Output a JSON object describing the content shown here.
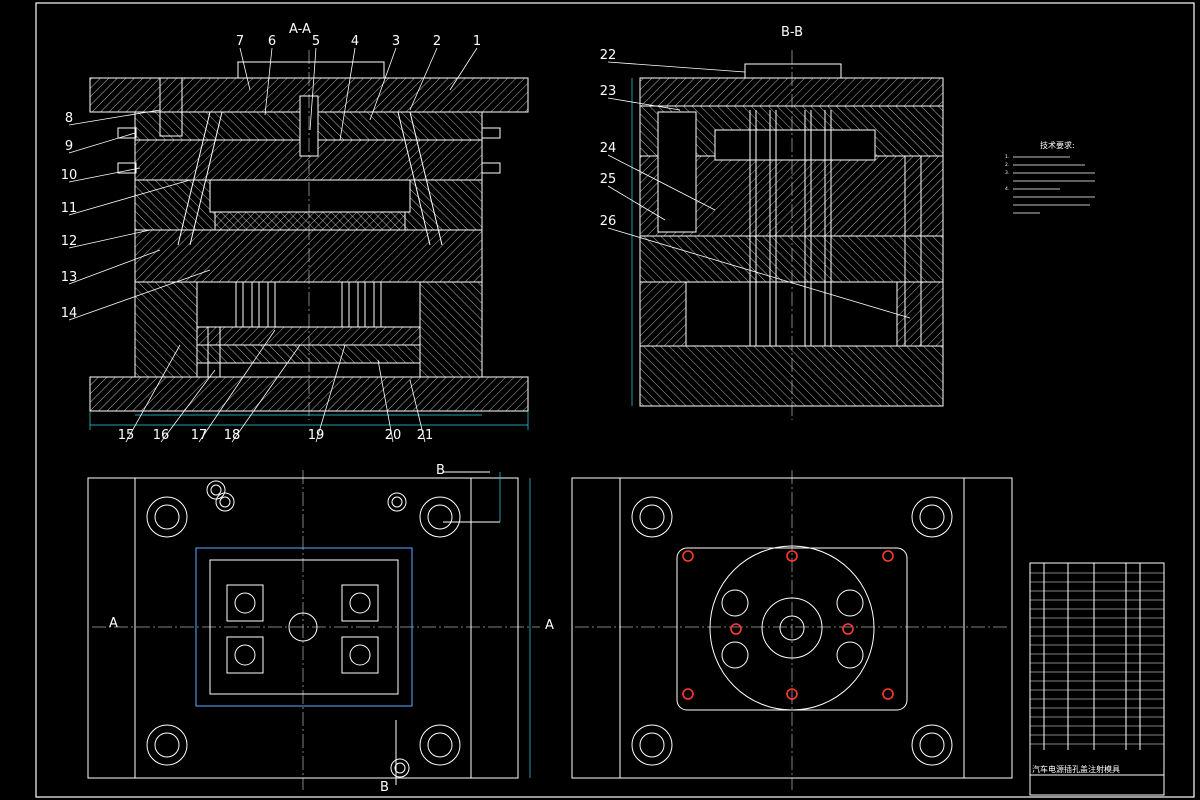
{
  "drawing": {
    "section_aa": "A-A",
    "section_bb": "B-B",
    "cut_letters": [
      "A",
      "A",
      "B",
      "B"
    ],
    "part_numbers_top": [
      "7",
      "6",
      "5",
      "4",
      "3",
      "2",
      "1"
    ],
    "part_numbers_left": [
      "8",
      "9",
      "10",
      "11",
      "12",
      "13",
      "14"
    ],
    "part_numbers_bottom": [
      "15",
      "16",
      "17",
      "18",
      "19",
      "20",
      "21"
    ],
    "part_numbers_bb": [
      "22",
      "23",
      "24",
      "25",
      "26"
    ],
    "tech_requirements_title": "技术要求:",
    "tech_requirements": [
      "1.",
      "2.",
      "3.",
      "4."
    ],
    "title_block_name": "汽车电源插孔盖注射模具",
    "colors": {
      "background": "#000000",
      "lines": "#ffffff",
      "dimensions": "#2fd7e6",
      "hidden_edges": "#4aa3ff",
      "screws": "#ff3b30"
    }
  }
}
